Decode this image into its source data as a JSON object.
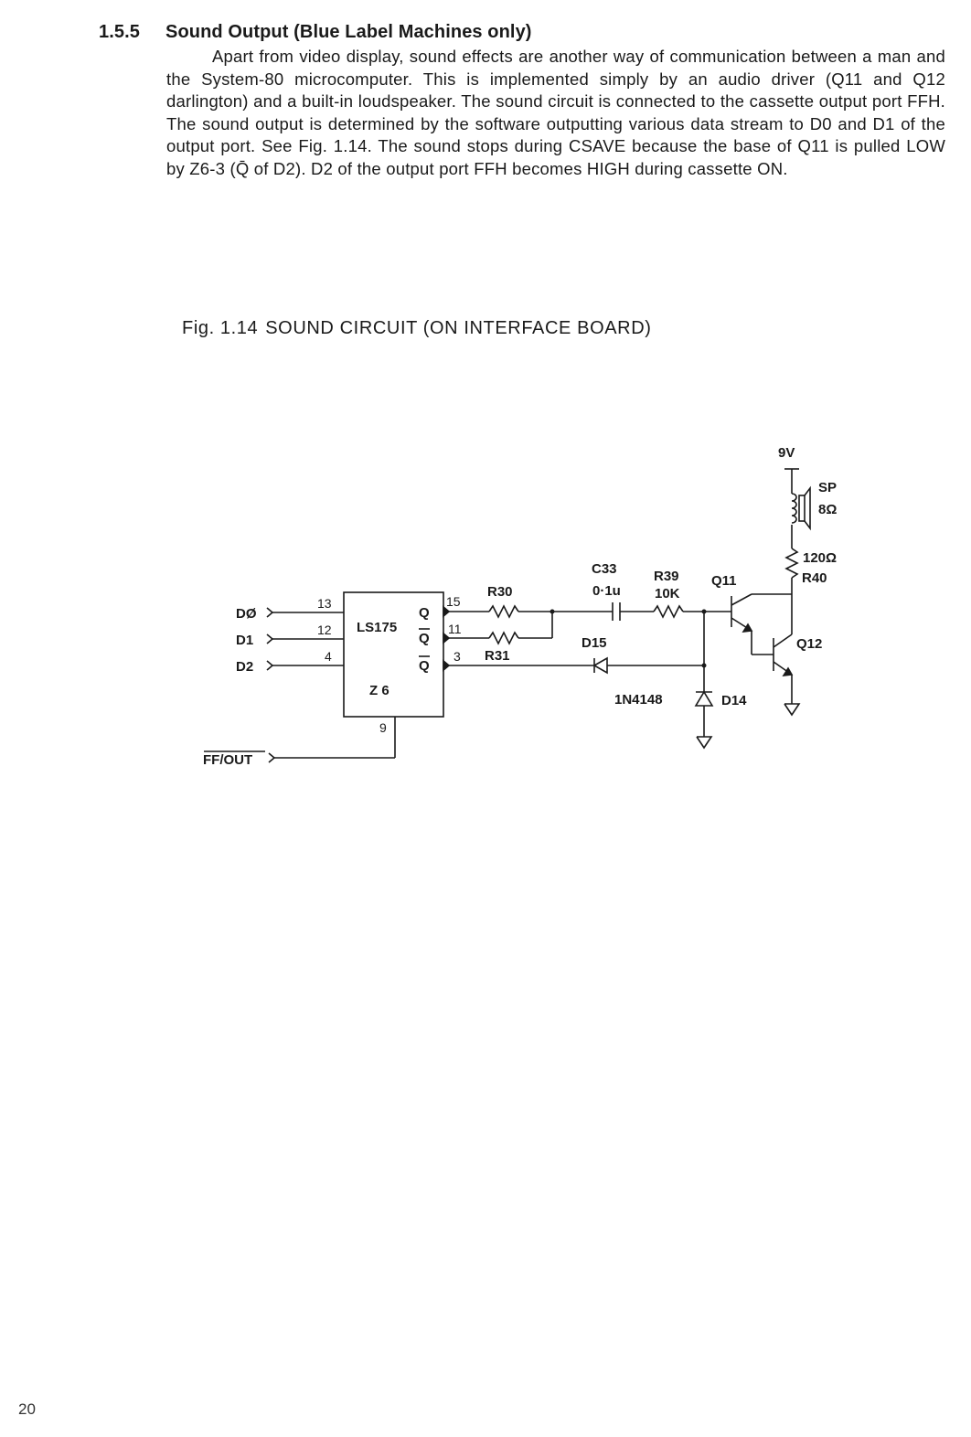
{
  "section": {
    "number": "1.5.5",
    "title": "Sound Output (Blue Label Machines only)"
  },
  "paragraph": "Apart from video display, sound effects are another way of communication between a man and the System-80 microcomputer. This is implemented simply by an audio driver (Q11 and Q12 darlington) and a built-in loudspeaker. The sound circuit is connected to the cassette output port FFH. The sound output is determined by the software outputting various data stream to D0 and D1 of the output port. See Fig. 1.14. The sound stops during CSAVE because the base of Q11 is pulled LOW by Z6-3 (Q̄ of D2). D2 of the output port FFH becomes HIGH during cassette ON.",
  "figure": {
    "label": "Fig. 1.14",
    "title": "SOUND CIRCUIT (ON INTERFACE BOARD)"
  },
  "schematic": {
    "inputs": {
      "d0": "DØ",
      "d1": "D1",
      "d2": "D2",
      "ff_out": "FF/OUT"
    },
    "chip": {
      "part": "LS175",
      "ref": "Z 6",
      "q": "Q",
      "qbar": "Q̄"
    },
    "pins": {
      "p13": "13",
      "p12": "12",
      "p4": "4",
      "p15": "15",
      "p11": "11",
      "p3": "3",
      "p9": "9"
    },
    "r30": "R30",
    "r31": "R31",
    "c33": {
      "ref": "C33",
      "value": "0·1u"
    },
    "r39": {
      "ref": "R39",
      "value": "10K"
    },
    "q11": "Q11",
    "q12": "Q12",
    "d15": "D15",
    "d14": "D14",
    "diode_part": "1N4148",
    "supply": "9V",
    "speaker": {
      "ref": "SP",
      "value": "8Ω"
    },
    "r40": {
      "ref": "R40",
      "value": "120Ω"
    }
  },
  "page_number": "20"
}
